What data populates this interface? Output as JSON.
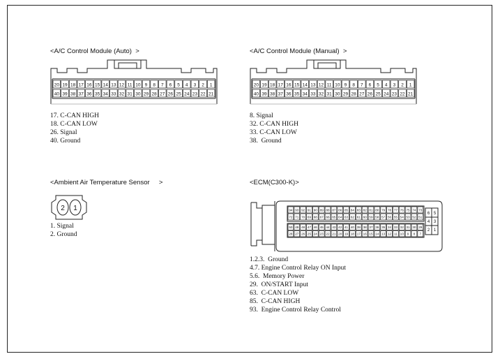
{
  "connectors": {
    "auto": {
      "title": "<A/C Control Module (Auto)  >",
      "top_row": [
        "20",
        "19",
        "18",
        "17",
        "16",
        "15",
        "14",
        "13",
        "12",
        "11",
        "10",
        "9",
        "8",
        "7",
        "6",
        "5",
        "4",
        "3",
        "2",
        "1"
      ],
      "bottom_row": [
        "40",
        "39",
        "38",
        "37",
        "36",
        "35",
        "34",
        "33",
        "32",
        "31",
        "30",
        "29",
        "28",
        "27",
        "26",
        "25",
        "24",
        "23",
        "22",
        "21"
      ],
      "pins": [
        "17. C-CAN HIGH",
        "18. C-CAN LOW",
        "26. Signal",
        "40. Ground"
      ]
    },
    "manual": {
      "title": "<A/C Control Module (Manual)  >",
      "top_row": [
        "20",
        "19",
        "18",
        "17",
        "16",
        "15",
        "14",
        "13",
        "12",
        "11",
        "10",
        "9",
        "8",
        "7",
        "6",
        "5",
        "4",
        "3",
        "2",
        "1"
      ],
      "bottom_row": [
        "40",
        "39",
        "38",
        "37",
        "36",
        "35",
        "34",
        "33",
        "32",
        "31",
        "30",
        "29",
        "28",
        "27",
        "26",
        "25",
        "24",
        "23",
        "22",
        "21"
      ],
      "pins": [
        "8. Signal",
        "32. C-CAN HIGH",
        "33. C-CAN LOW",
        "38.  Ground"
      ]
    },
    "sensor": {
      "title": "<Ambient Air Temperature Sensor     >",
      "pin_left": "2",
      "pin_right": "1",
      "pins": [
        "1. Signal",
        "2. Ground"
      ]
    },
    "ecm": {
      "title": "<ECM(C300-K)>",
      "row1": [
        "94",
        "93",
        "92",
        "91",
        "90",
        "89",
        "88",
        "87",
        "86",
        "85",
        "84",
        "83",
        "82",
        "81",
        "80",
        "79",
        "78",
        "77",
        "76",
        "75",
        "74",
        "73"
      ],
      "row2": [
        "72",
        "71",
        "70",
        "69",
        "68",
        "67",
        "66",
        "65",
        "64",
        "63",
        "62",
        "61",
        "60",
        "59",
        "58",
        "57",
        "56",
        "55",
        "54",
        "53",
        "52",
        "51"
      ],
      "row3": [
        "50",
        "49",
        "48",
        "47",
        "46",
        "45",
        "44",
        "43",
        "42",
        "41",
        "40",
        "39",
        "38",
        "37",
        "36",
        "35",
        "34",
        "33",
        "32",
        "31",
        "30",
        "29"
      ],
      "row4": [
        "28",
        "27",
        "26",
        "25",
        "24",
        "23",
        "22",
        "21",
        "20",
        "19",
        "18",
        "17",
        "16",
        "15",
        "14",
        "13",
        "12",
        "11",
        "10",
        "9",
        "8",
        "7"
      ],
      "small": [
        "6",
        "5",
        "4",
        "3",
        "2",
        "1"
      ],
      "pins": [
        "1.2.3.  Ground",
        "4.7. Engine Control Relay ON Input",
        "5.6.  Memory Power",
        "29.  ON/START Input",
        "63.  C-CAN LOW",
        "85.  C-CAN HIGH",
        "93.  Engine Control Relay Control"
      ]
    }
  }
}
